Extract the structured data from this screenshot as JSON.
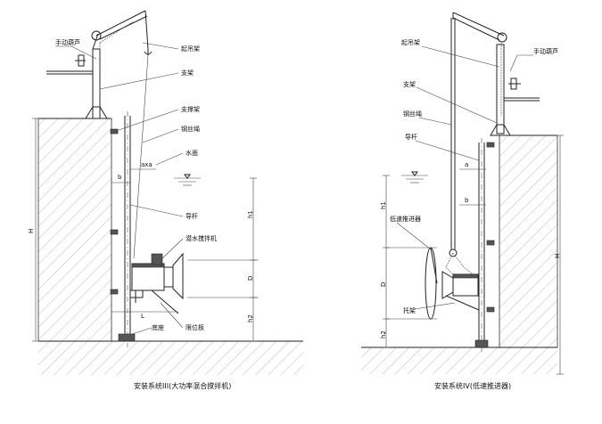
{
  "left": {
    "caption": "安装系统III(大功率混合搅拌机)",
    "labels": {
      "hand_hoist": "手动葫芦",
      "hoist_frame": "起吊架",
      "support": "支架",
      "upper_bracket": "支撑架",
      "wire_rope": "钢丝绳",
      "water_level": "水面",
      "guide_rod": "导杆",
      "mixer": "潜水搅拌机",
      "bearing_seat": "底座",
      "limit_plate": "限位板"
    },
    "dims": {
      "H": "H",
      "h1": "h1",
      "h2": "h2",
      "D": "D",
      "L": "L",
      "b": "b",
      "axa": "axa"
    }
  },
  "right": {
    "caption": "安装系统IV(低速推进器)",
    "labels": {
      "hoist_frame": "起吊架",
      "hand_hoist": "手动葫芦",
      "support": "支架",
      "wire_rope": "钢丝绳",
      "guide_rod": "导杆",
      "propeller": "低速推进器",
      "bracket": "托架"
    },
    "dims": {
      "H": "H",
      "h1": "h1",
      "h2": "h2",
      "D": "D",
      "a": "a",
      "b": "b"
    }
  }
}
